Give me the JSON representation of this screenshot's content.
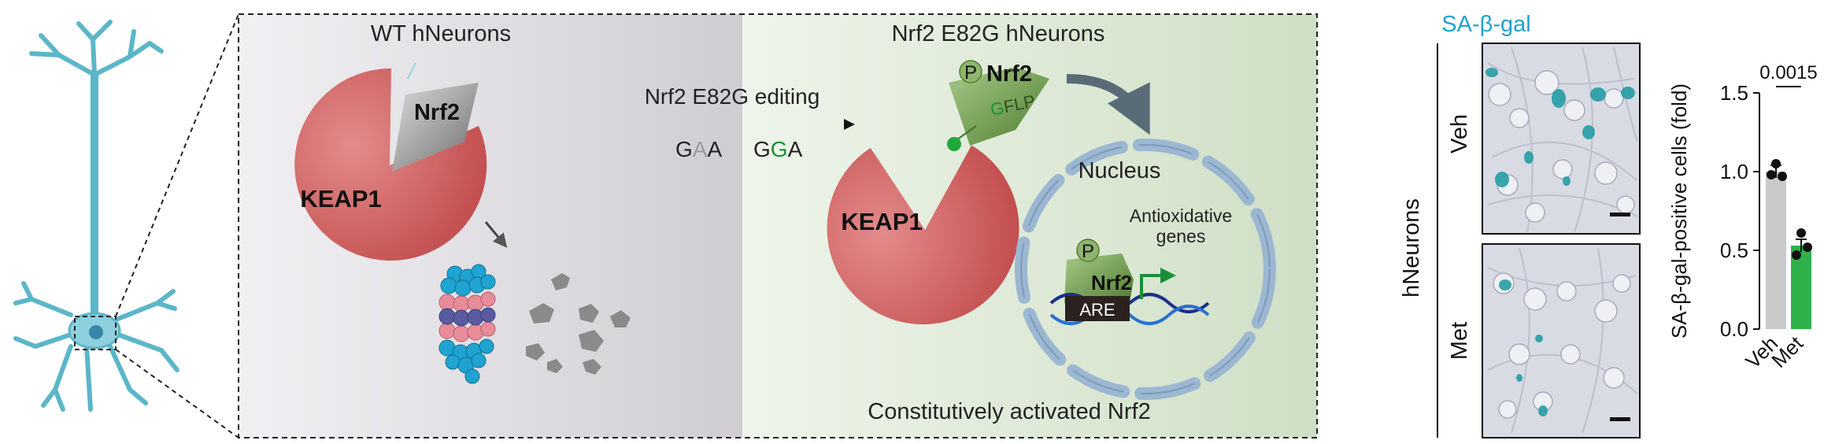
{
  "left_panel": {
    "wt_label": "WT hNeurons",
    "mut_label": "Nrf2 E82G hNeurons",
    "keap1_wt": "KEAP1",
    "keap1_mut": "KEAP1",
    "nrf2_wt": "Nrf2",
    "nrf2_mut": "Nrf2",
    "phospho_p": "P",
    "gflp_g": "G",
    "gflp_rest": "FLP",
    "editing_label": "Nrf2 E82G editing",
    "codon_wt_g": "G",
    "codon_wt_a": "A",
    "codon_wt_a2": "A",
    "codon_mut_g": "G",
    "codon_mut_g2": "G",
    "codon_mut_a": "A",
    "nucleus_label": "Nucleus",
    "antiox_line1": "Antioxidative",
    "antiox_line2": "genes",
    "nrf2_nuclear": "Nrf2",
    "phospho_p2": "P",
    "are_label": "ARE",
    "caption": "Constitutively activated Nrf2",
    "colors": {
      "keap1": "#c84e4e",
      "nrf2_green": "#6a9a3c",
      "wt_bg": "#dedcdf",
      "mut_bg": "#dce8d6",
      "accent_green": "#1a8f3a"
    }
  },
  "micrographs": {
    "stain_title": "SA-β-gal",
    "group_label": "hNeurons",
    "row1_label": "Veh",
    "row2_label": "Met"
  },
  "chart_data": {
    "type": "bar",
    "categories": [
      "Veh",
      "Met"
    ],
    "values": [
      1.0,
      0.53
    ],
    "points": [
      [
        1.05,
        0.97,
        0.98
      ],
      [
        0.61,
        0.52,
        0.47
      ]
    ],
    "ylabel": "SA-β-gal-positive cells (fold)",
    "ylim": [
      0,
      1.5
    ],
    "yticks": [
      "0.0",
      "0.5",
      "1.0",
      "1.5"
    ],
    "p_value": "0.0015",
    "colors": [
      "#c9c9c9",
      "#2fb14a"
    ]
  }
}
